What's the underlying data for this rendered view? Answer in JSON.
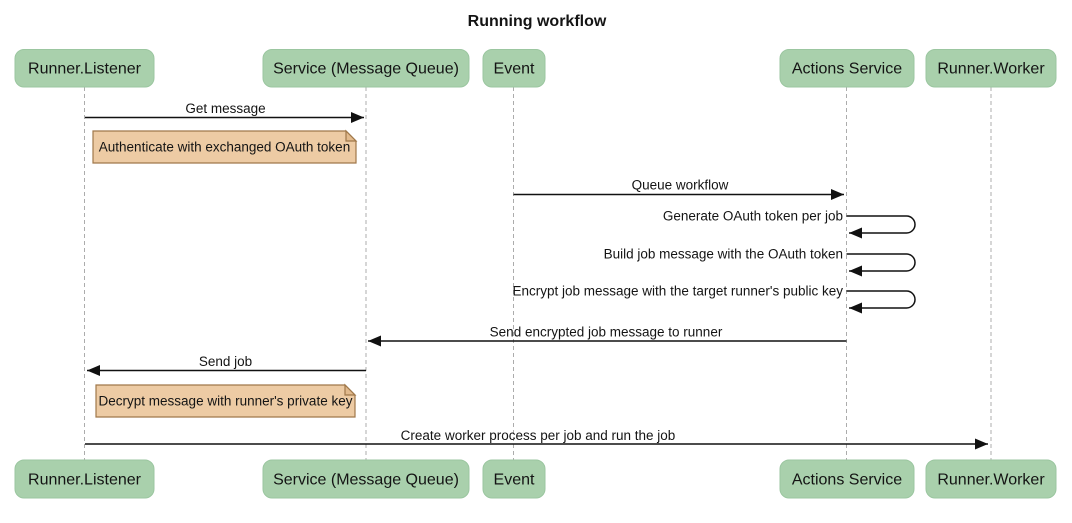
{
  "diagram": {
    "title": "Running workflow",
    "type": "sequence-diagram",
    "actors": [
      {
        "id": "runner-listener",
        "label": "Runner.Listener"
      },
      {
        "id": "service-message-queue",
        "label": "Service (Message Queue)"
      },
      {
        "id": "event",
        "label": "Event"
      },
      {
        "id": "actions-service",
        "label": "Actions Service"
      },
      {
        "id": "runner-worker",
        "label": "Runner.Worker"
      }
    ],
    "messages": [
      {
        "label": "Get message",
        "from": "Runner.Listener",
        "to": "Service (Message Queue)",
        "type": "solid"
      },
      {
        "label": "Queue workflow",
        "from": "Event",
        "to": "Actions Service",
        "type": "solid"
      },
      {
        "label": "Generate OAuth token per job",
        "from": "Actions Service",
        "to": "Actions Service",
        "type": "self"
      },
      {
        "label": "Build job message with the OAuth token",
        "from": "Actions Service",
        "to": "Actions Service",
        "type": "self"
      },
      {
        "label": "Encrypt job message with the target runner's public key",
        "from": "Actions Service",
        "to": "Actions Service",
        "type": "self"
      },
      {
        "label": "Send encrypted job message to runner",
        "from": "Actions Service",
        "to": "Service (Message Queue)",
        "type": "solid"
      },
      {
        "label": "Send job",
        "from": "Service (Message Queue)",
        "to": "Runner.Listener",
        "type": "solid"
      },
      {
        "label": "Create worker process per job and run the job",
        "from": "Runner.Listener",
        "to": "Runner.Worker",
        "type": "solid"
      }
    ],
    "notes": [
      {
        "label": "Authenticate with exchanged OAuth token",
        "position": "right of Runner.Listener"
      },
      {
        "label": "Decrypt message with runner's private key",
        "position": "right of Runner.Listener"
      }
    ],
    "colors": {
      "actor_fill": "#a9d0ac",
      "actor_stroke": "#9bc6a0",
      "note_fill": "#edcba4",
      "note_stroke": "#a0784a",
      "note_fold": "#e2ba8d",
      "lifeline": "#acacac",
      "ink": "#111111"
    }
  }
}
